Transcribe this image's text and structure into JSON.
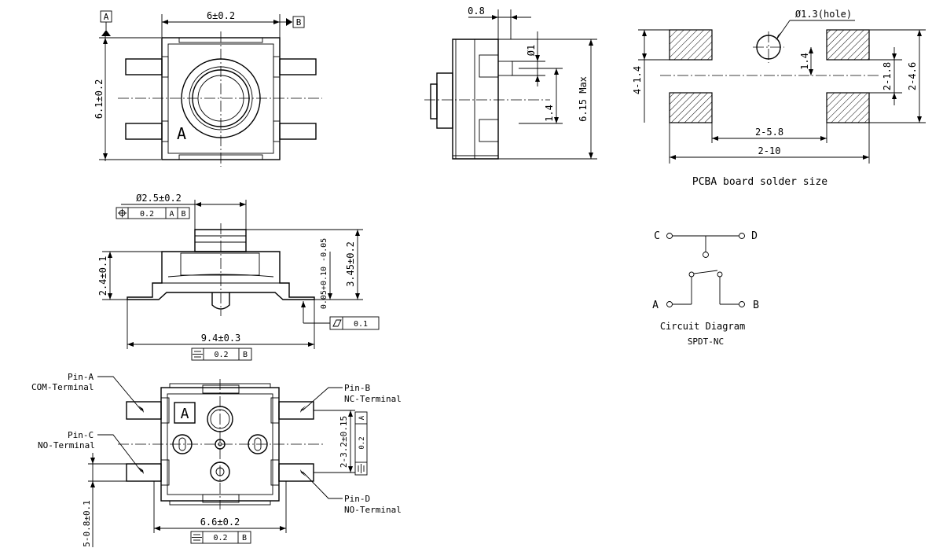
{
  "top_view": {
    "width_dim": "6±0.2",
    "height_dim": "6.1±0.2",
    "datum_a": "A",
    "datum_b": "B",
    "pin1_mark": "A"
  },
  "side_view": {
    "dim_top": "0.8",
    "dim_pin": "Ø1",
    "dim_small": "1.4",
    "dim_max": "6.15 Max"
  },
  "pcb": {
    "hole_label": "Ø1.3(hole)",
    "dim_left": "4-1.4",
    "dim_1_4": "1.4",
    "dim_2_1_8": "2-1.8",
    "dim_2_4_6": "2-4.6",
    "dim_2_5_8": "2-5.8",
    "dim_2_10": "2-10",
    "caption": "PCBA board solder size"
  },
  "front_view": {
    "dia_dim": "Ø2.5±0.2",
    "pos_tol": "0.2",
    "pos_a": "A",
    "pos_b": "B",
    "dim_left": "2.4±0.1",
    "dim_right": "3.45±0.2",
    "dim_gap": "0.05+0.10 -0.05",
    "flat_tol": "0.1",
    "width_dim": "9.4±0.3",
    "sym_tol": "0.2",
    "sym_b": "B"
  },
  "bottom_view": {
    "pin_a": "Pin-A",
    "pin_a_sub": "COM-Terminal",
    "pin_b": "Pin-B",
    "pin_b_sub": "NC-Terminal",
    "pin_c": "Pin-C",
    "pin_c_sub": "NO-Terminal",
    "pin_d": "Pin-D",
    "pin_d_sub": "NO-Terminal",
    "pin1_mark": "A",
    "dim_right": "2-3.2±0.15",
    "right_tol": "0.2",
    "right_a": "A",
    "dim_left": "5-0.8±0.1",
    "width_dim": "6.6±0.2",
    "sym_tol": "0.2",
    "sym_b": "B"
  },
  "circuit": {
    "c": "C",
    "d": "D",
    "a": "A",
    "b": "B",
    "caption": "Circuit Diagram",
    "sub": "SPDT-NC"
  }
}
